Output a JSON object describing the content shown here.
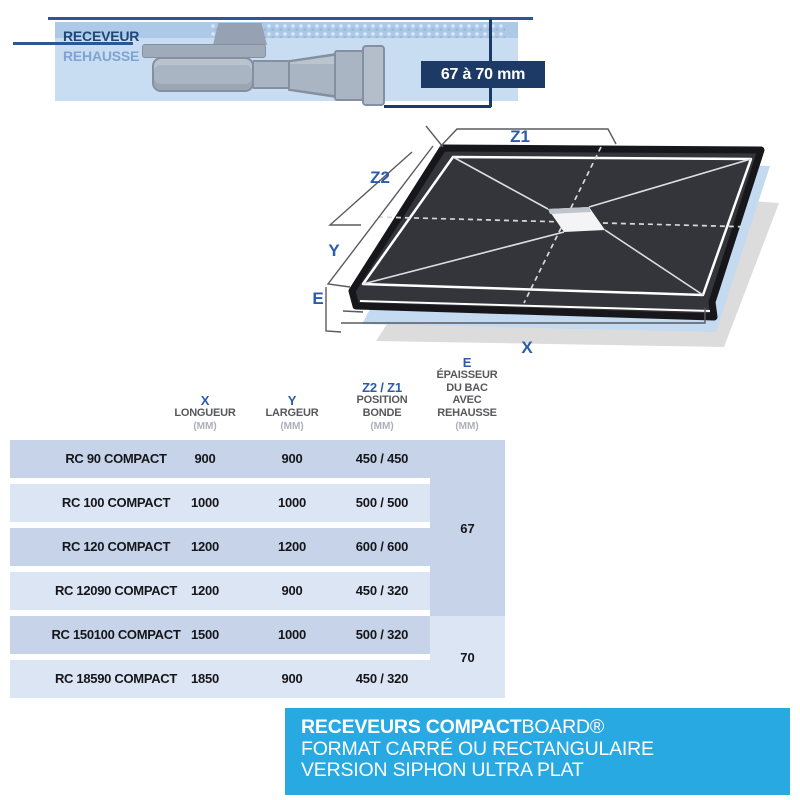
{
  "top_section": {
    "label_receveur": "RECEVEUR",
    "label_rehausse": "REHAUSSE",
    "thickness_label": "67 à 70 mm"
  },
  "diagram": {
    "labels": {
      "z1": "Z1",
      "z2": "Z2",
      "y": "Y",
      "e": "E",
      "x": "X"
    }
  },
  "table": {
    "headers": [
      {
        "key": "X",
        "lines": [
          "LONGUEUR"
        ],
        "unit": "(MM)"
      },
      {
        "key": "Y",
        "lines": [
          "LARGEUR"
        ],
        "unit": "(MM)"
      },
      {
        "key": "Z2 / Z1",
        "lines": [
          "POSITION",
          "BONDE"
        ],
        "unit": "(MM)"
      },
      {
        "key": "E",
        "lines": [
          "ÉPAISSEUR",
          "DU BAC",
          "AVEC",
          "REHAUSSE"
        ],
        "unit": "(MM)"
      }
    ],
    "rows": [
      {
        "name": "RC 90 COMPACT",
        "x": "900",
        "y": "900",
        "z": "450 / 450"
      },
      {
        "name": "RC 100 COMPACT",
        "x": "1000",
        "y": "1000",
        "z": "500 / 500"
      },
      {
        "name": "RC 120 COMPACT",
        "x": "1200",
        "y": "1200",
        "z": "600 / 600"
      },
      {
        "name": "RC 12090 COMPACT",
        "x": "1200",
        "y": "900",
        "z": "450 / 320"
      },
      {
        "name": "RC 150100 COMPACT",
        "x": "1500",
        "y": "1000",
        "z": "500 / 320"
      },
      {
        "name": "RC 18590 COMPACT",
        "x": "1850",
        "y": "900",
        "z": "450 / 320"
      }
    ],
    "thickness_groups": [
      {
        "value": "67",
        "rows_spanned": "RC 90, RC 100, RC 120, RC 12090"
      },
      {
        "value": "70",
        "rows_spanned": "RC 150100, RC 18590"
      }
    ]
  },
  "banner": {
    "title_bold": "RECEVEURS COMPACT",
    "title_light": "BOARD®",
    "line2": "FORMAT CARRÉ OU RECTANGULAIRE",
    "line3": "VERSION SIPHON ULTRA PLAT"
  },
  "colors": {
    "banner_blue": "#29a9e1",
    "navy": "#1d3a66",
    "line_blue": "#2c5697",
    "label_blue": "#2a5caa",
    "row_dark": "#c6d3e9",
    "row_light": "#dbe5f4",
    "cross_section_bg": "#c8ddf1"
  }
}
